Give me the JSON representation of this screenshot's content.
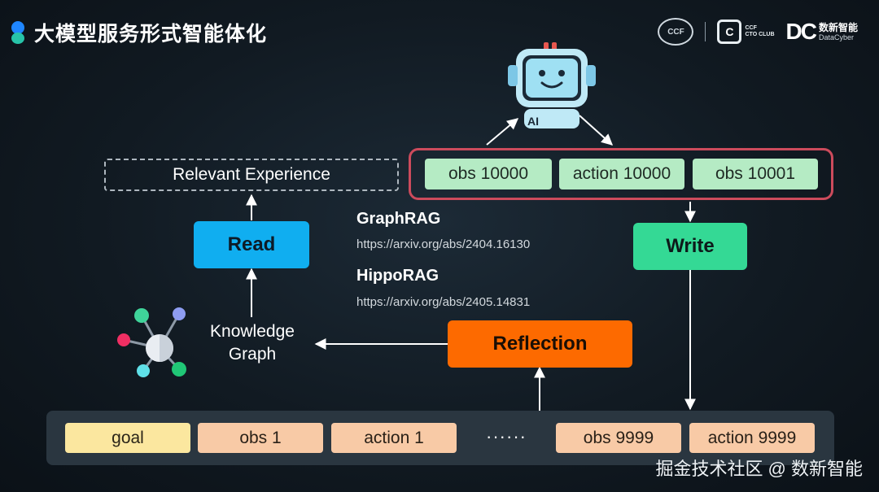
{
  "header": {
    "title": "大模型服务形式智能体化",
    "logos": {
      "seal_text": "CCF",
      "cto_mark": "C",
      "cto_line1": "CCF",
      "cto_line2": "CTO CLUB",
      "dc_mark": "DC",
      "dc_line1": "数新智能",
      "dc_line2": "DataCyber"
    }
  },
  "robot": {
    "badge": "AI"
  },
  "memory_window": {
    "items": [
      "obs 10000",
      "action 10000",
      "obs 10001"
    ],
    "border_color": "#cc4b5c"
  },
  "relevant_experience": "Relevant Experience",
  "read_label": "Read",
  "write_label": "Write",
  "reflection_label": "Reflection",
  "knowledge_graph_label_line1": "Knowledge",
  "knowledge_graph_label_line2": "Graph",
  "references": [
    {
      "name": "GraphRAG",
      "url": "https://arxiv.org/abs/2404.16130"
    },
    {
      "name": "HippoRAG",
      "url": "https://arxiv.org/abs/2405.14831"
    }
  ],
  "trajectory": {
    "goal": "goal",
    "items": [
      "obs 1",
      "action 1"
    ],
    "ellipsis": "······",
    "tail_items": [
      "obs 9999",
      "action 9999"
    ]
  },
  "colors": {
    "read": "#10aef0",
    "write": "#34d995",
    "reflection": "#fd6a00",
    "chip_green": "#b5ebc4",
    "chip_peach": "#f8caa6",
    "chip_goal": "#fbe79f"
  },
  "watermark": "掘金技术社区 @ 数新智能"
}
